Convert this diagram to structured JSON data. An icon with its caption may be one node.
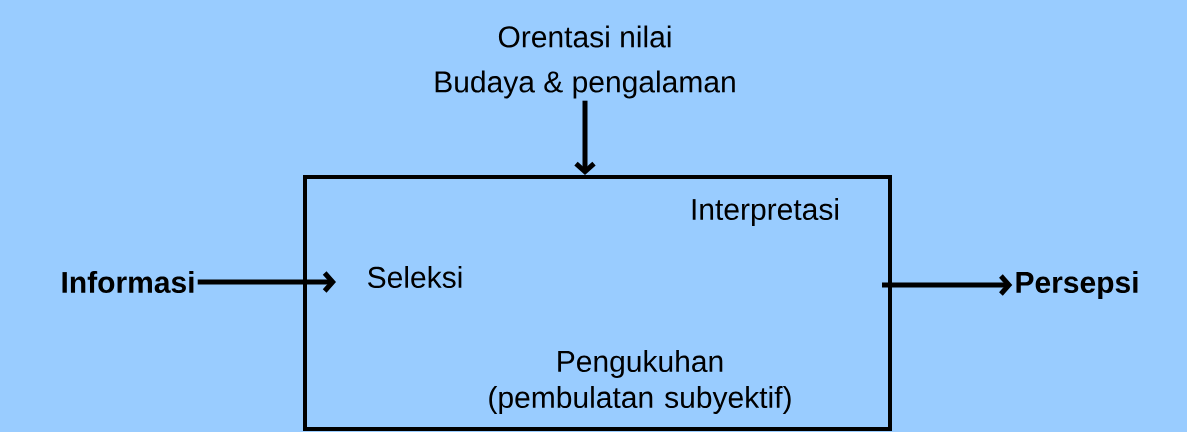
{
  "diagram": {
    "nodes": [
      {
        "text": [
          "Orentasi nilai",
          "Budaya & pengalaman"
        ]
      },
      {
        "text": [
          "Interpretasi",
          "Seleksi",
          "Pengukuhan (pembulatan subyektif)"
        ]
      },
      {
        "text": [
          "Informasi"
        ]
      },
      {
        "text": [
          "Persepsi"
        ]
      }
    ],
    "edges": [
      {
        "from": 0,
        "to": 1,
        "arrow": "to"
      },
      {
        "from": 2,
        "to": 1,
        "arrow": "to"
      },
      {
        "from": 1,
        "to": 3,
        "arrow": "to"
      }
    ]
  }
}
